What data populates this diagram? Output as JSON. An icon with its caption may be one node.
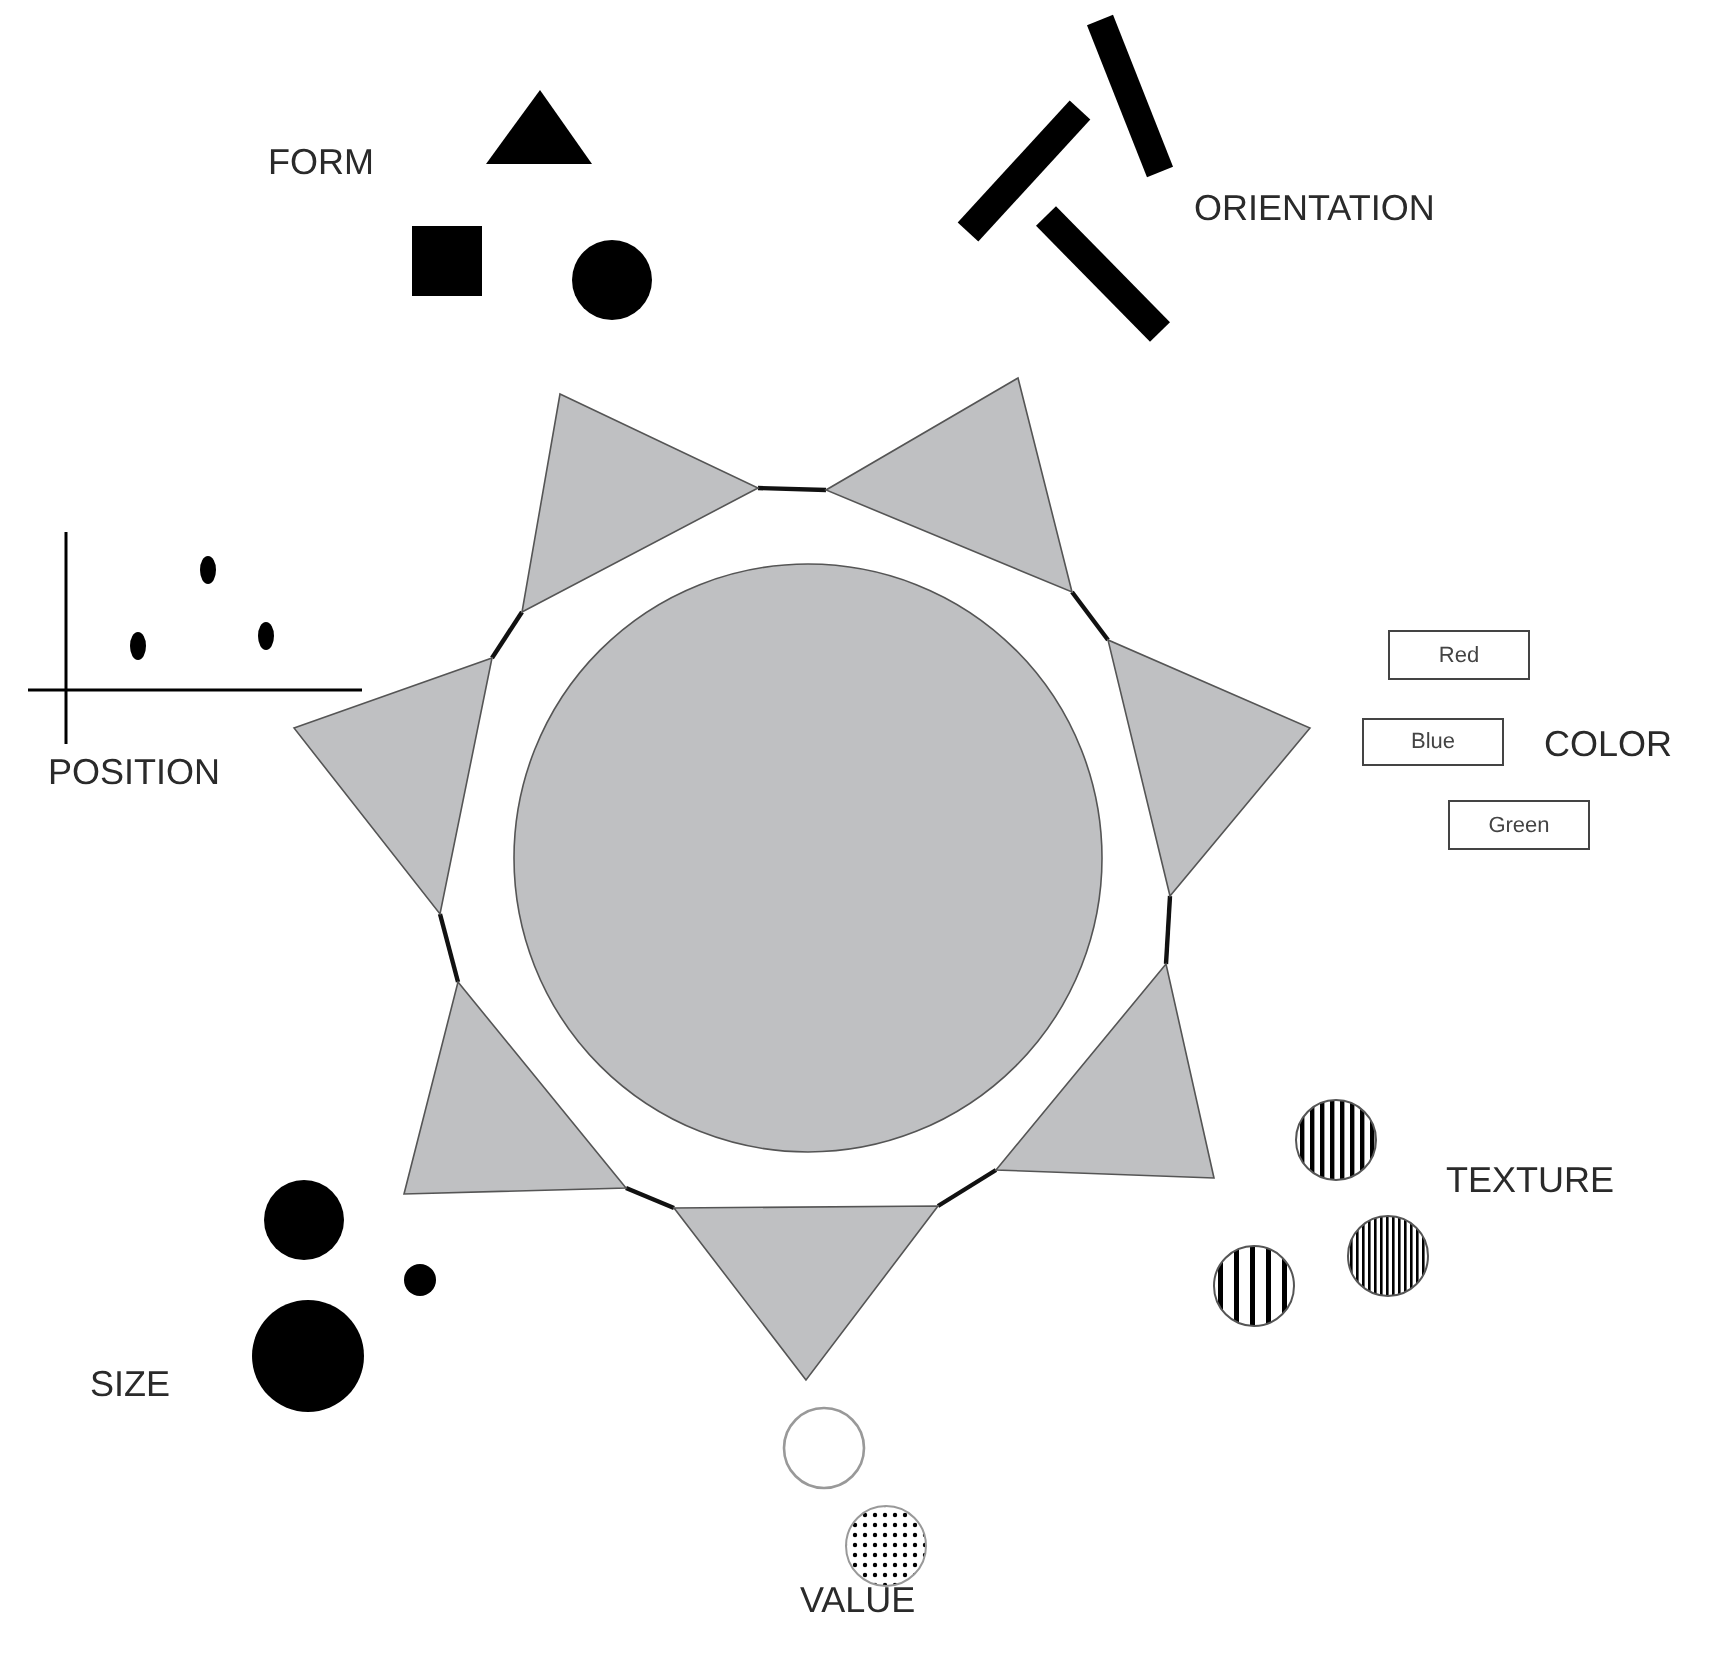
{
  "diagram": {
    "nodes": [
      {
        "text": [
          "Red"
        ]
      },
      {
        "text": [
          "Blue"
        ]
      },
      {
        "text": [
          "Green"
        ]
      }
    ],
    "labels": [
      "FORM",
      "ORIENTATION",
      "POSITION",
      "COLOR",
      "TEXTURE",
      "SIZE",
      "VALUE"
    ]
  }
}
